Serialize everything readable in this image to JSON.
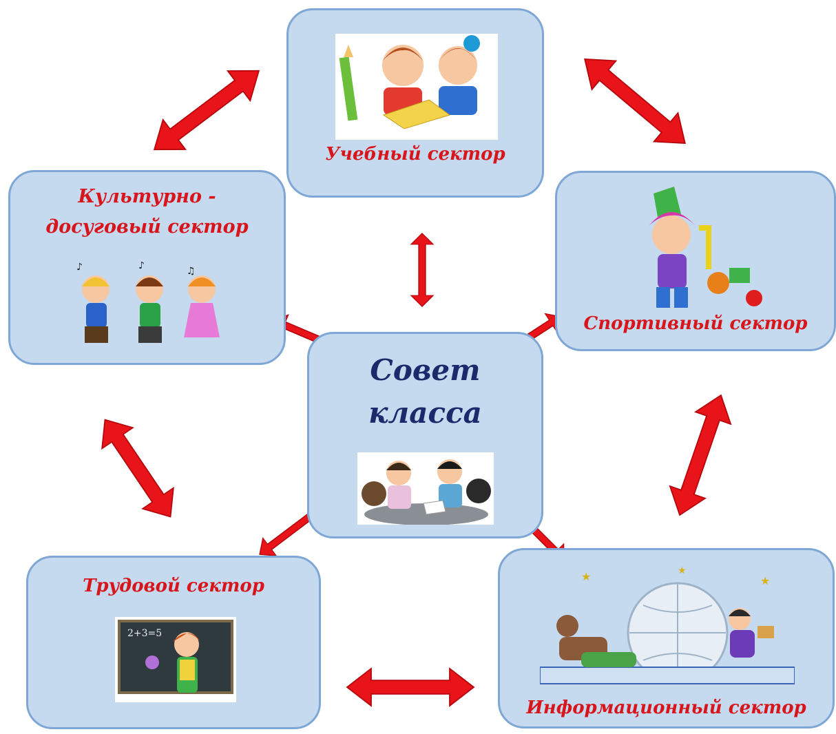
{
  "diagram": {
    "center": {
      "line1": "Совет",
      "line2": "класса",
      "image": "students-meeting-illustration"
    },
    "sectors": {
      "study": {
        "label": "Учебный сектор",
        "image": "kids-reading-book-illustration"
      },
      "culture": {
        "line1": "Культурно -",
        "line2": "досуговый  сектор",
        "image": "dancing-kids-illustration"
      },
      "sport": {
        "label": "Спортивный сектор",
        "image": "clown-juggler-illustration"
      },
      "labor": {
        "label": "Трудовой  сектор",
        "image": "teacher-at-blackboard-illustration"
      },
      "info": {
        "label": "Информационный сектор",
        "image": "kids-reading-globe-illustration"
      }
    },
    "colors": {
      "box_fill": "#c5d9ef",
      "box_border": "#7fa7d6",
      "label": "#d8151b",
      "center_text": "#1a2a6b",
      "arrow": "#e8141a"
    }
  }
}
